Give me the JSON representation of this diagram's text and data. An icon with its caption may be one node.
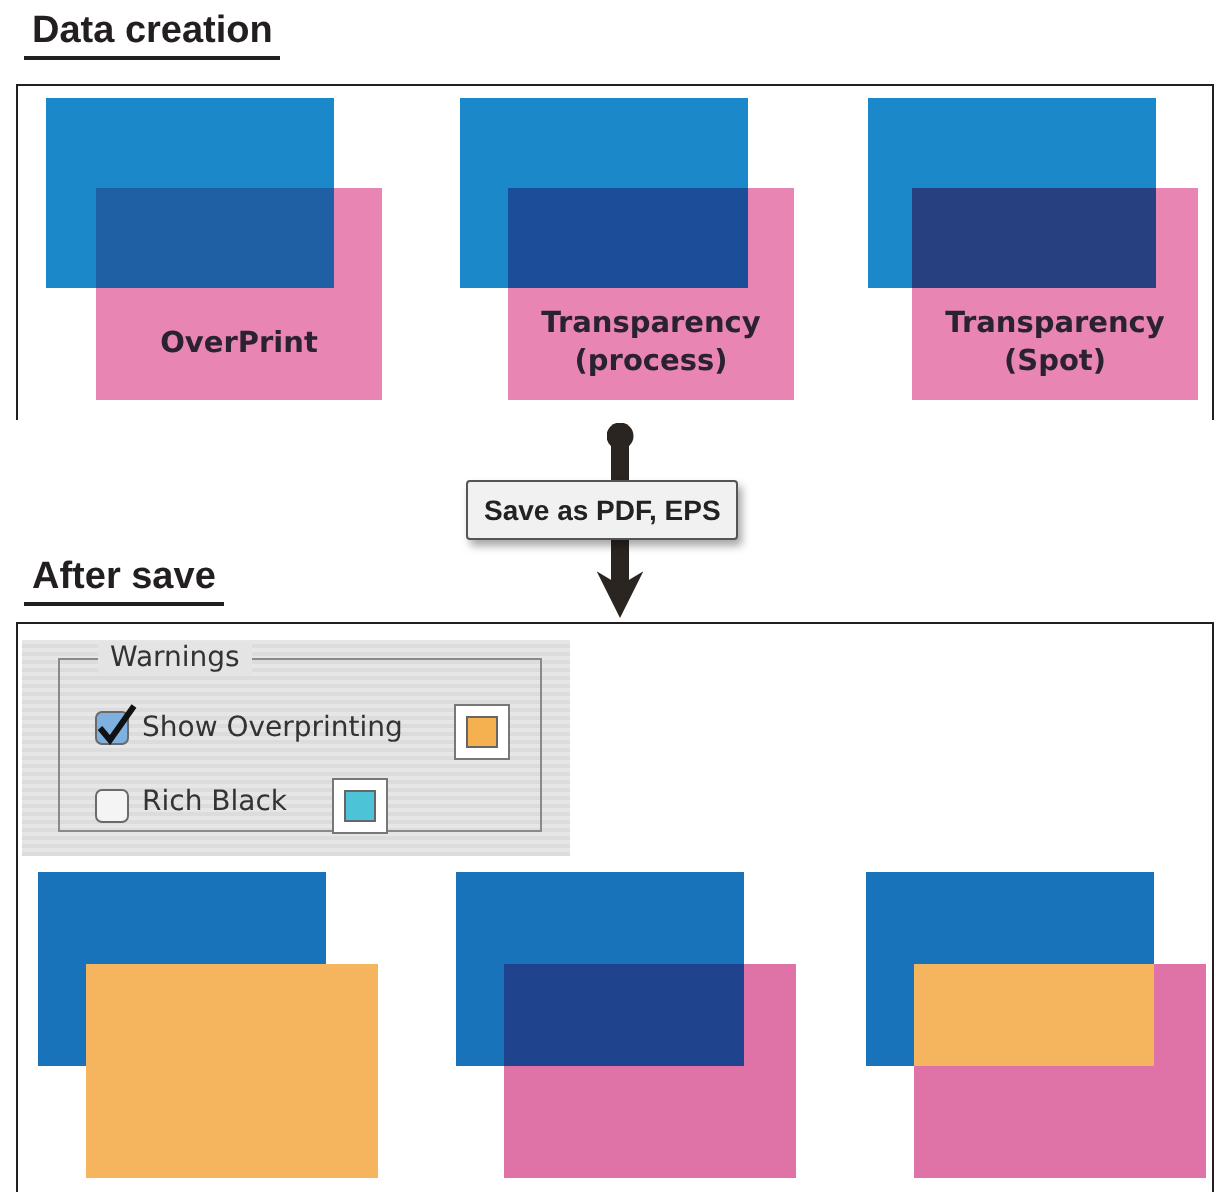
{
  "diagram": {
    "nodes": [
      {
        "text": [
          "Data creation"
        ]
      },
      {
        "text": [
          "OverPrint"
        ],
        "in": 0
      },
      {
        "text": [
          "Transparency (process)"
        ],
        "in": 0
      },
      {
        "text": [
          "Transparency (Spot)"
        ],
        "in": 0
      },
      {
        "text": [
          "After save"
        ]
      },
      {
        "text": [
          "Warnings",
          "Show Overprinting",
          "Rich Black"
        ],
        "in": 4
      }
    ],
    "edges": [
      {
        "from": 0,
        "to": 4,
        "arrow": "to",
        "label": "Save as PDF, EPS"
      }
    ]
  }
}
